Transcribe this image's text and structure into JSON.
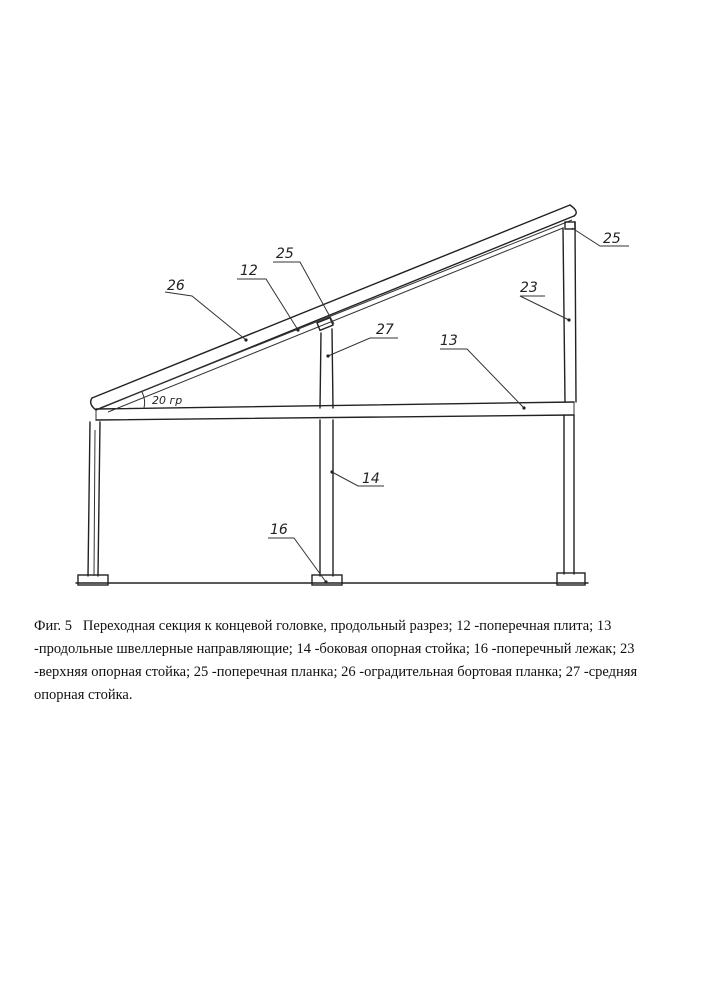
{
  "figure": {
    "labels": {
      "l26": "26",
      "l12": "12",
      "l25a": "25",
      "l25b": "25",
      "l23": "23",
      "l27": "27",
      "l13": "13",
      "l14": "14",
      "l16": "16",
      "angle": "20 гр"
    }
  },
  "caption": {
    "fig_label": "Фиг. 5",
    "text": "Переходная секция к концевой головке, продольный разрез; 12 -поперечная плита; 13 -продольные швеллерные направляющие; 14 -боковая опорная стойка; 16 -поперечный лежак; 23 -верхняя опорная стойка; 25 -поперечная планка; 26 -оградительная бортовая планка; 27 -средняя опорная стойка."
  }
}
